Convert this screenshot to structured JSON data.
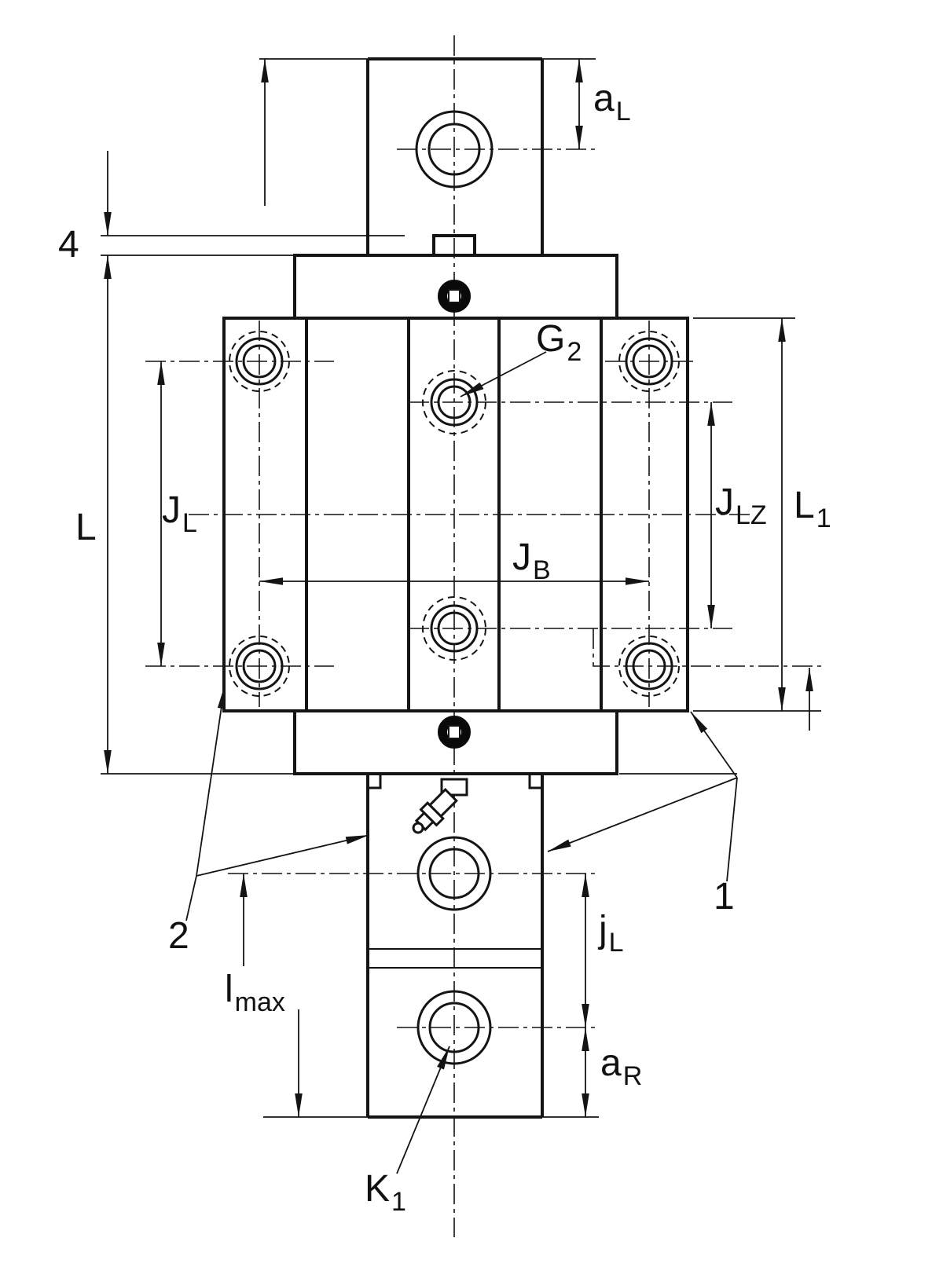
{
  "drawing": {
    "background": "#ffffff",
    "line_color": "#141414",
    "labels": {
      "aL": {
        "base": "a",
        "sub": "L"
      },
      "n4": {
        "base": "4",
        "sub": ""
      },
      "L": {
        "base": "L",
        "sub": ""
      },
      "JL": {
        "base": "J",
        "sub": "L"
      },
      "G2": {
        "base": "G",
        "sub": "2"
      },
      "JB": {
        "base": "J",
        "sub": "B"
      },
      "JLZ": {
        "base": "J",
        "sub": "LZ"
      },
      "L1": {
        "base": "L",
        "sub": "1"
      },
      "n1": {
        "base": "1",
        "sub": ""
      },
      "n2": {
        "base": "2",
        "sub": ""
      },
      "jL": {
        "base": "j",
        "sub": "L"
      },
      "lmax": {
        "base": "l",
        "sub": "max"
      },
      "aR": {
        "base": "a",
        "sub": "R"
      },
      "K1": {
        "base": "K",
        "sub": "1"
      }
    }
  }
}
